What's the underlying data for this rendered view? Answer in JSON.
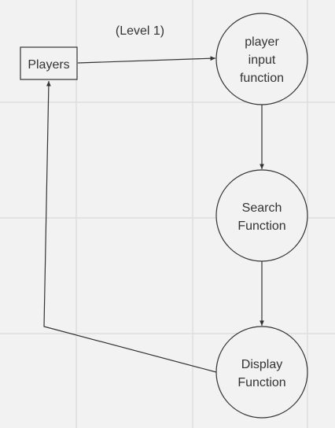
{
  "diagram": {
    "caption": "(Level 1)",
    "nodes": [
      {
        "id": "players",
        "shape": "rect",
        "lines": [
          "Players"
        ]
      },
      {
        "id": "player-input",
        "shape": "circle",
        "lines": [
          "player",
          "input",
          "function"
        ]
      },
      {
        "id": "search",
        "shape": "circle",
        "lines": [
          "Search",
          "Function"
        ]
      },
      {
        "id": "display",
        "shape": "circle",
        "lines": [
          "Display",
          "Function"
        ]
      }
    ],
    "edges": [
      {
        "from": "players",
        "to": "player-input"
      },
      {
        "from": "player-input",
        "to": "search"
      },
      {
        "from": "search",
        "to": "display"
      },
      {
        "from": "display",
        "to": "players"
      }
    ],
    "colors": {
      "background": "#f2f2f2",
      "grid": "#dedede",
      "stroke": "#333333",
      "text": "#333333"
    }
  }
}
